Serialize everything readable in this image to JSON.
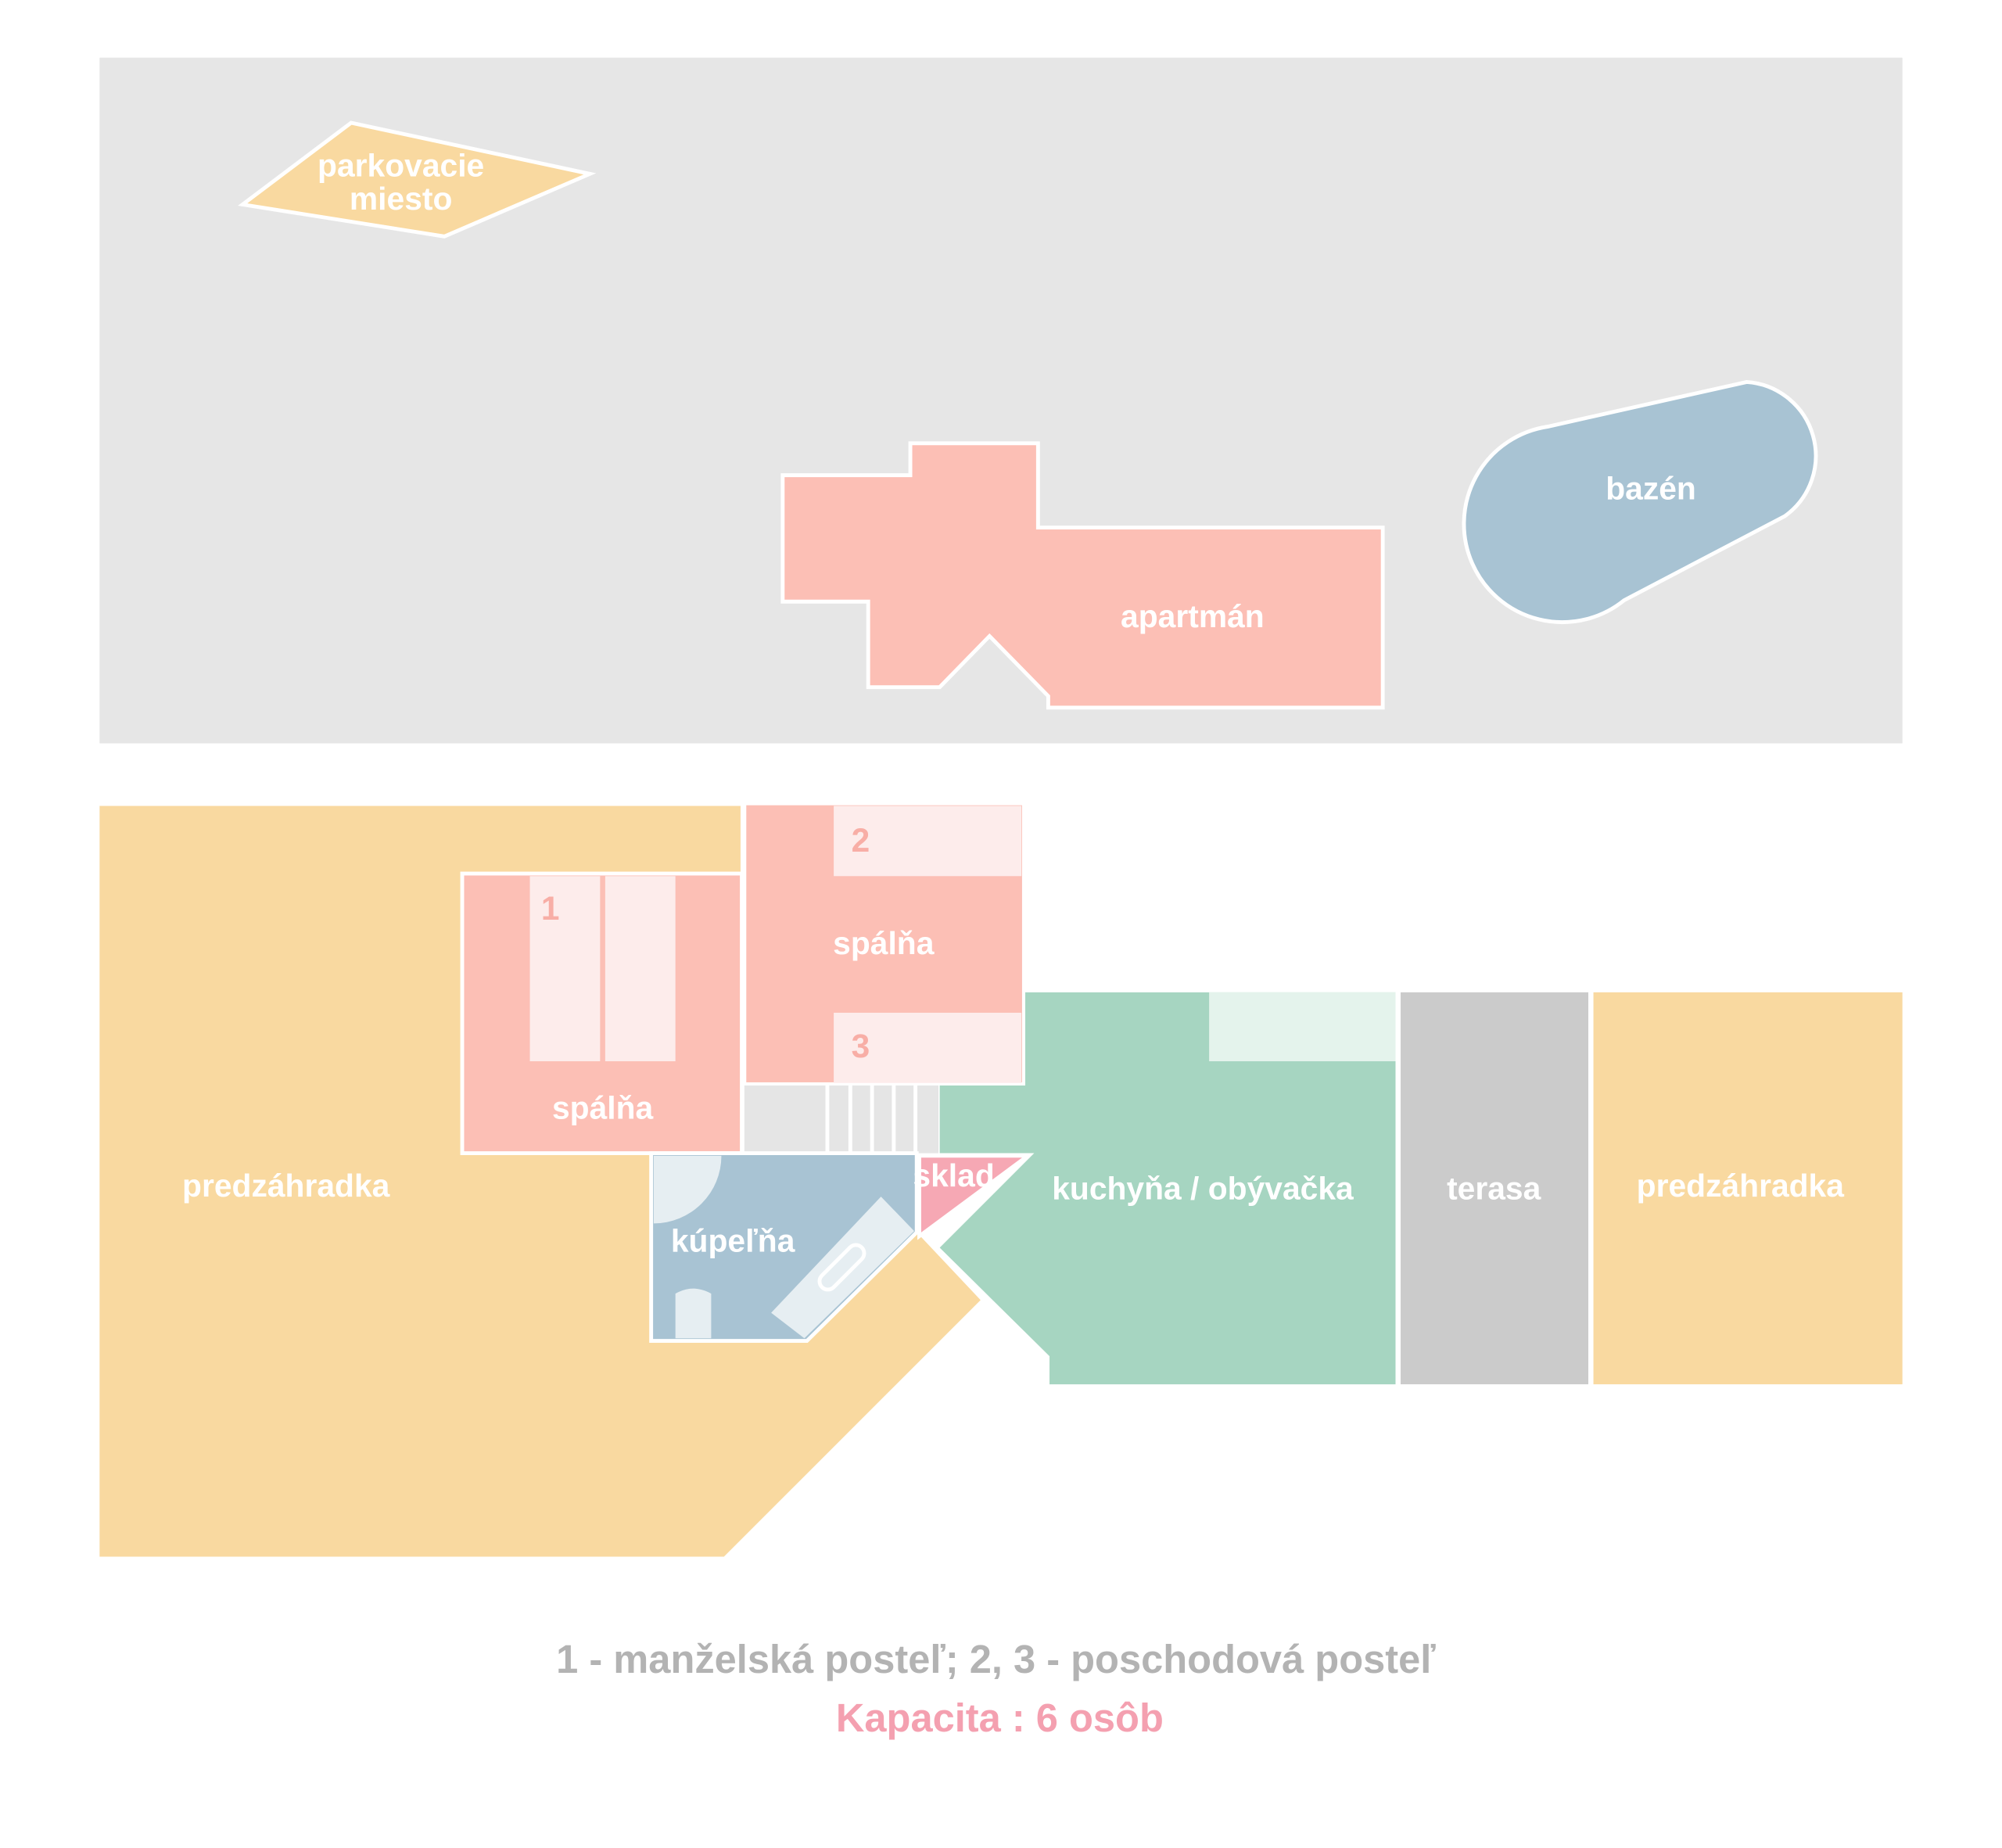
{
  "site": {
    "parking": "parkovacie",
    "parking_line2": "miesto",
    "apartment": "apartmán",
    "pool": "bazén"
  },
  "floor": {
    "garden_left": "predzáhradka",
    "bedroom1": "spálňa",
    "bedroom2": "spálňa",
    "bed1": "1",
    "bed2": "2",
    "bed3": "3",
    "bathroom": "kúpeľňa",
    "storage": "sklad",
    "kitchen": "kuchyňa / obývačka",
    "terrace": "terasa",
    "garden_right": "predzáhradka"
  },
  "legend": {
    "beds": "1 - manželská posteľ; 2, 3 - poschodová posteľ",
    "capacity": "Kapacita : 6 osôb"
  },
  "colors": {
    "ground": "#e6e6e6",
    "garden": "#f9d9a0",
    "bedroom": "#fcbfb5",
    "bed": "#fdeceb",
    "bathroom": "#a8c3d3",
    "storage": "#f6a8b4",
    "kitchen": "#a6d5c1",
    "terrace": "#cbcbcb",
    "legend_text": "#b3b3b3",
    "capacity_text": "#f4a0b0"
  }
}
